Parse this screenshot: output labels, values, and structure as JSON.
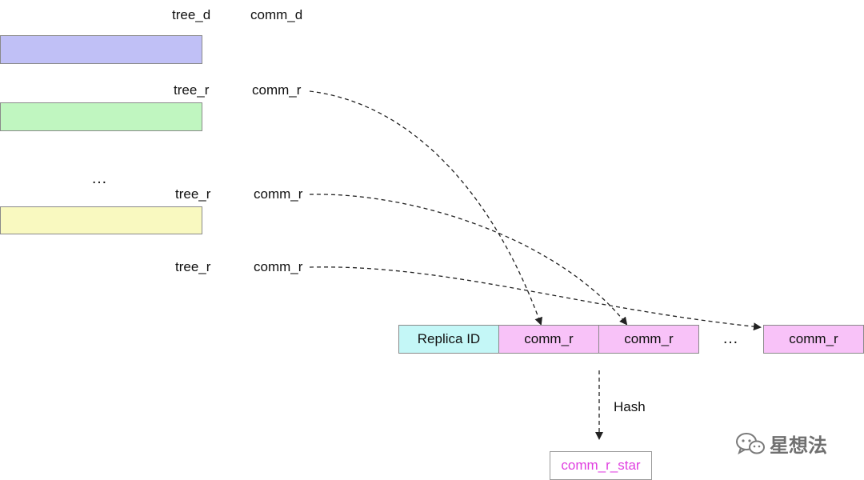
{
  "colors": {
    "tree_d_bar": "#c0c0f6",
    "tree_r_bar_1": "#c0f6c0",
    "tree_r_bar_2": "#f9f9c0",
    "replica_cell": "#c4f7f7",
    "comm_cell": "#f8c2f8",
    "comm_r_star_text": "#e040e0",
    "arrow": "#222222"
  },
  "rows": [
    {
      "tree": "tree_d",
      "comm": "comm_d"
    },
    {
      "tree": "tree_r",
      "comm": "comm_r"
    },
    {
      "tree": "tree_r",
      "comm": "comm_r"
    },
    {
      "tree": "tree_r",
      "comm": "comm_r"
    }
  ],
  "ellipsis_left": "…",
  "concat": {
    "replica_id": "Replica ID",
    "cells": [
      "comm_r",
      "comm_r",
      "comm_r"
    ],
    "ellipsis": "…"
  },
  "hash_label": "Hash",
  "result_label": "comm_r_star",
  "watermark": {
    "icon": "wechat-icon",
    "text": "星想法"
  }
}
